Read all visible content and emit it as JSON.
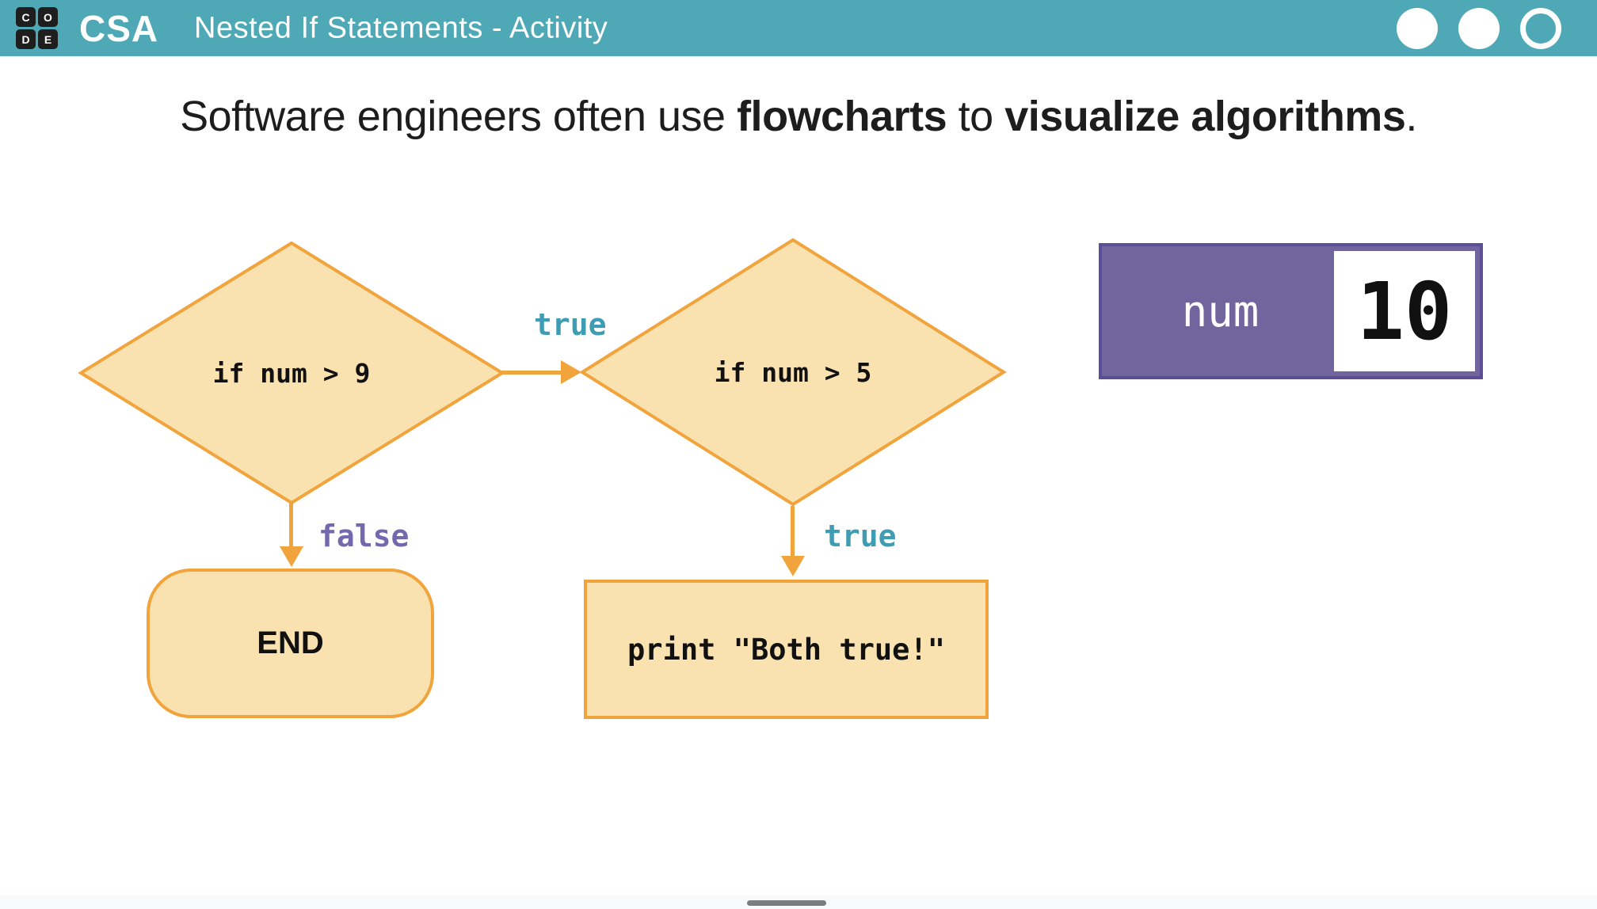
{
  "header": {
    "logo": {
      "letters": [
        "C",
        "O",
        "D",
        "E"
      ]
    },
    "brand": "CSA",
    "title": "Nested If Statements - Activity"
  },
  "heading": {
    "pre": "Software engineers often use ",
    "bold1": "flowcharts",
    "mid": " to ",
    "bold2": "visualize algorithms",
    "post": "."
  },
  "flowchart": {
    "decision1": "if num > 9",
    "decision2": "if num > 5",
    "label_true1": "true",
    "label_false": "false",
    "label_true2": "true",
    "end_node": "END",
    "print_node": "print \"Both true!\""
  },
  "variable": {
    "name": "num",
    "value": "10"
  },
  "colors": {
    "header_teal": "#4EA8B5",
    "shape_fill": "#F9E1B0",
    "shape_border": "#F1A33C",
    "true_label": "#3E9DB2",
    "false_label": "#7569AE",
    "variable_fill": "#70659D",
    "variable_border": "#5A4E96",
    "footer_strip": "#F8F9FB",
    "drag_handle": "#7D7D7D"
  }
}
